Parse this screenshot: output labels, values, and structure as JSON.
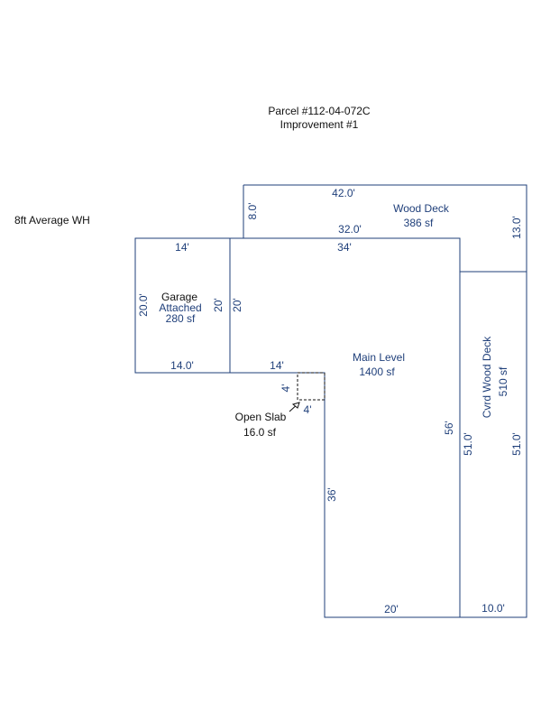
{
  "header": {
    "parcel": "Parcel #112-04-072C",
    "improvement": "Improvement #1"
  },
  "note": "8ft Average WH",
  "areas": {
    "wood_deck": {
      "name": "Wood Deck",
      "area": "386 sf"
    },
    "garage": {
      "name": "Garage",
      "sub": "Attached",
      "area": "280 sf"
    },
    "main_level": {
      "name": "Main Level",
      "area": "1400 sf"
    },
    "cvrd_deck": {
      "name": "Cvrd Wood Deck",
      "area": "510 sf"
    },
    "open_slab": {
      "name": "Open Slab",
      "area": "16.0 sf"
    }
  },
  "dimensions": {
    "deck_top": "42.0'",
    "deck_left": "8.0'",
    "deck_bottom": "32.0'",
    "deck_right": "13.0'",
    "garage_top": "14'",
    "garage_left": "20.0'",
    "garage_right": "20'",
    "garage_bottom": "14.0'",
    "main_top": "34'",
    "main_notch_top": "14'",
    "slab_vert": "4'",
    "slab_horiz": "4'",
    "main_left_lower": "36'",
    "main_right": "56'",
    "main_right_inner": "51.0'",
    "main_bottom": "20'",
    "cvrd_right": "51.0'",
    "cvrd_bottom": "10.0'"
  },
  "colors": {
    "line": "#1f3f7a",
    "label": "#1f3f7a",
    "text": "#111111"
  }
}
